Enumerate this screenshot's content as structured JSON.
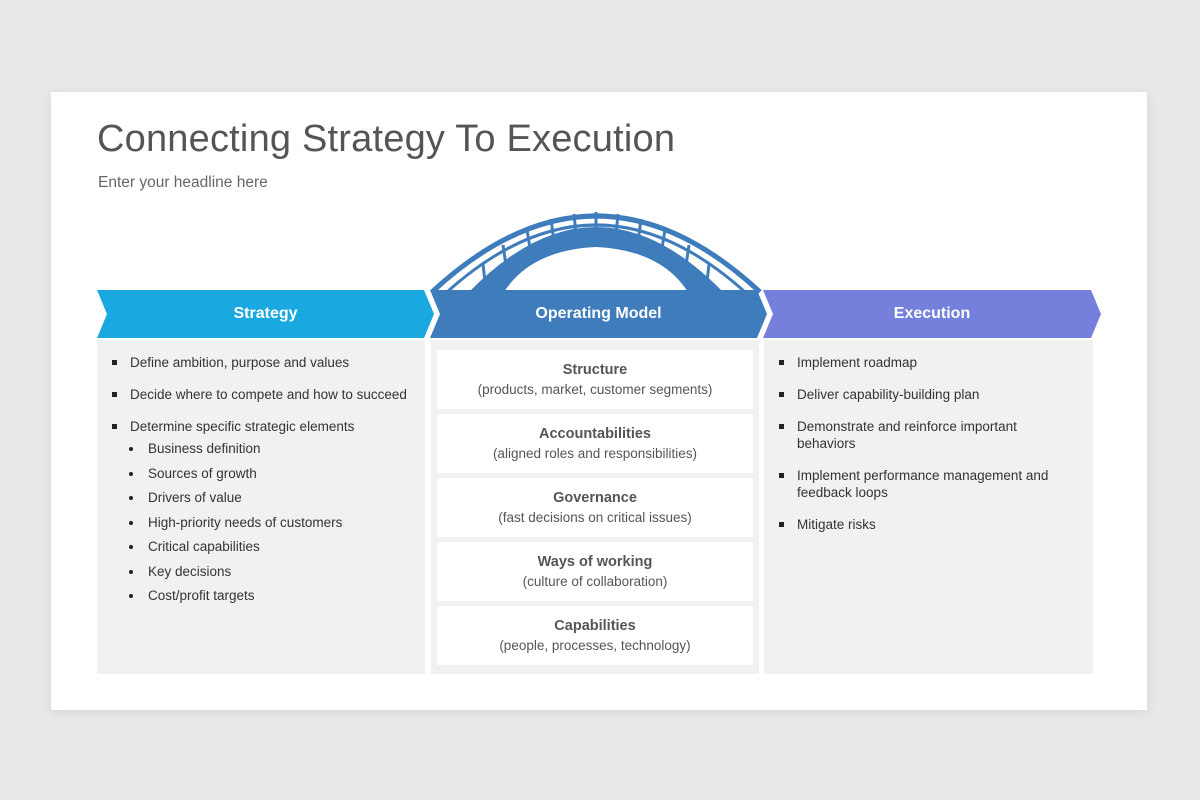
{
  "slide": {
    "title": "Connecting Strategy To Execution",
    "subtitle": "Enter your headline here"
  },
  "colors": {
    "strategy": "#19a9e0",
    "operating_model": "#3e7cbc",
    "execution": "#7580dd",
    "panel_background": "#f1f1f2",
    "bridge": "#3e7cbc"
  },
  "strategy": {
    "header": "Strategy",
    "bullets": [
      "Define ambition, purpose and values",
      "Decide where to compete and how to succeed",
      "Determine specific strategic elements"
    ],
    "sub_bullets": [
      "Business definition",
      "Sources of growth",
      "Drivers of value",
      "High-priority needs of customers",
      "Critical capabilities",
      "Key decisions",
      "Cost/profit targets"
    ]
  },
  "operating_model": {
    "header": "Operating Model",
    "icon": "bridge-icon",
    "cards": [
      {
        "title": "Structure",
        "desc": "(products, market, customer segments)"
      },
      {
        "title": "Accountabilities",
        "desc": "(aligned roles and responsibilities)"
      },
      {
        "title": "Governance",
        "desc": "(fast decisions on critical issues)"
      },
      {
        "title": "Ways of working",
        "desc": "(culture of collaboration)"
      },
      {
        "title": "Capabilities",
        "desc": "(people, processes, technology)"
      }
    ]
  },
  "execution": {
    "header": "Execution",
    "bullets": [
      "Implement roadmap",
      "Deliver capability-building plan",
      "Demonstrate and reinforce important behaviors",
      "Implement performance management and feedback loops",
      "Mitigate risks"
    ]
  }
}
